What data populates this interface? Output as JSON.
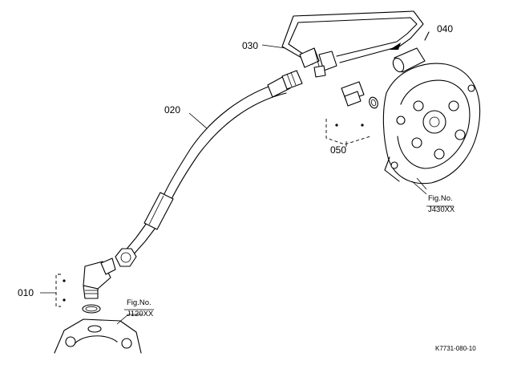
{
  "parts": {
    "p010": "010",
    "p020": "020",
    "p030": "030",
    "p040": "040",
    "p050": "050"
  },
  "fig_refs": {
    "upper": {
      "line1": "Fig.No.",
      "line2": "J430XX"
    },
    "lower": {
      "line1": "Fig.No.",
      "line2": "J120XX"
    }
  },
  "diagram_code": "K7731-080-10"
}
